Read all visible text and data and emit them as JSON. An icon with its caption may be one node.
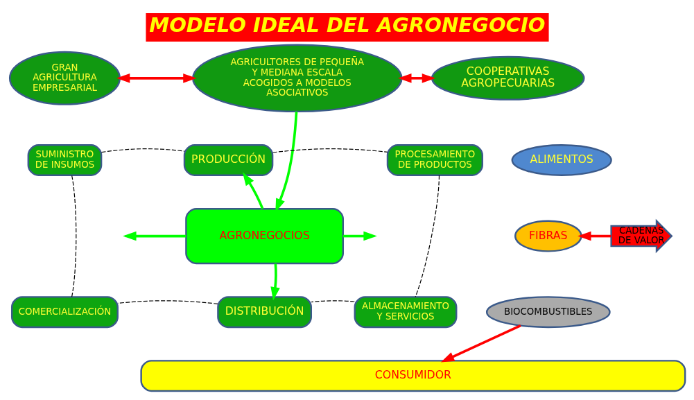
{
  "diagram": {
    "title": "MODELO IDEAL DEL AGRONEGOCIO",
    "nodes": [
      {
        "text": [
          "GRAN AGRICULTURA EMPRESARIAL"
        ]
      },
      {
        "text": [
          "AGRICULTORES DE PEQUEÑA Y MEDIANA ESCALA ACOGIDOS A MODELOS ASOCIATIVOS"
        ]
      },
      {
        "text": [
          "COOPERATIVAS AGROPECUARIAS"
        ]
      },
      {
        "text": [
          "SUMINISTRO DE INSUMOS"
        ]
      },
      {
        "text": [
          "PRODUCCIÓN"
        ]
      },
      {
        "text": [
          "PROCESAMIENTO DE PRODUCTOS"
        ]
      },
      {
        "text": [
          "AGRONEGOCIOS"
        ]
      },
      {
        "text": [
          "COMERCIALIZACIÓN"
        ]
      },
      {
        "text": [
          "DISTRIBUCIÓN"
        ]
      },
      {
        "text": [
          "ALMACENAMIENTO Y SERVICIOS"
        ]
      },
      {
        "text": [
          "CADENAS DE VALOR"
        ]
      },
      {
        "text": [
          "ALIMENTOS"
        ]
      },
      {
        "text": [
          "FIBRAS"
        ]
      },
      {
        "text": [
          "BIOCOMBUSTIBLES"
        ]
      },
      {
        "text": [
          "CONSUMIDOR"
        ]
      }
    ],
    "edges": [
      {
        "from": 0,
        "to": 1,
        "arrow": "both",
        "color": "#ff0000"
      },
      {
        "from": 1,
        "to": 2,
        "arrow": "both",
        "color": "#ff0000"
      },
      {
        "from": 1,
        "to": 6,
        "arrow": "to",
        "color": "#00ff00"
      },
      {
        "from": 6,
        "to": 4,
        "arrow": "to",
        "color": "#00ff00"
      },
      {
        "from": 6,
        "to": 8,
        "arrow": "to",
        "color": "#00ff00"
      },
      {
        "from": 6,
        "to": null,
        "arrow": "to",
        "color": "#00ff00"
      },
      {
        "from": 6,
        "to": null,
        "arrow": "to",
        "color": "#00ff00"
      },
      {
        "from": 3,
        "to": 4,
        "arrow": "none",
        "style": "dashed"
      },
      {
        "from": 4,
        "to": 5,
        "arrow": "none",
        "style": "dashed"
      },
      {
        "from": 5,
        "to": 9,
        "arrow": "none",
        "style": "dashed"
      },
      {
        "from": 9,
        "to": 8,
        "arrow": "none",
        "style": "dashed"
      },
      {
        "from": 8,
        "to": 7,
        "arrow": "none",
        "style": "dashed"
      },
      {
        "from": 7,
        "to": 3,
        "arrow": "none",
        "style": "dashed"
      },
      {
        "from": 10,
        "to": 12,
        "arrow": "to",
        "color": "#ff0000"
      },
      {
        "from": 13,
        "to": 14,
        "arrow": "to",
        "color": "#ff0000"
      }
    ]
  }
}
